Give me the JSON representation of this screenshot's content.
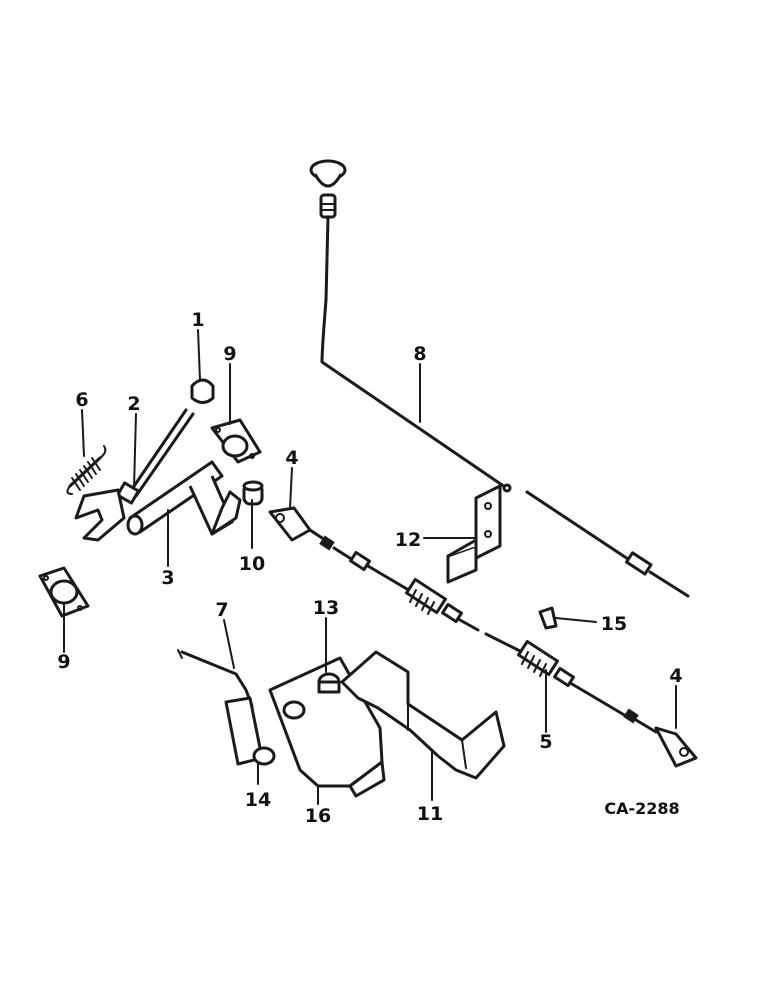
{
  "callouts": [
    "1",
    "2",
    "3",
    "4",
    "4",
    "5",
    "6",
    "7",
    "8",
    "9",
    "9",
    "10",
    "11",
    "12",
    "13",
    "14",
    "15",
    "16"
  ],
  "drawing_number": "CA-2288"
}
